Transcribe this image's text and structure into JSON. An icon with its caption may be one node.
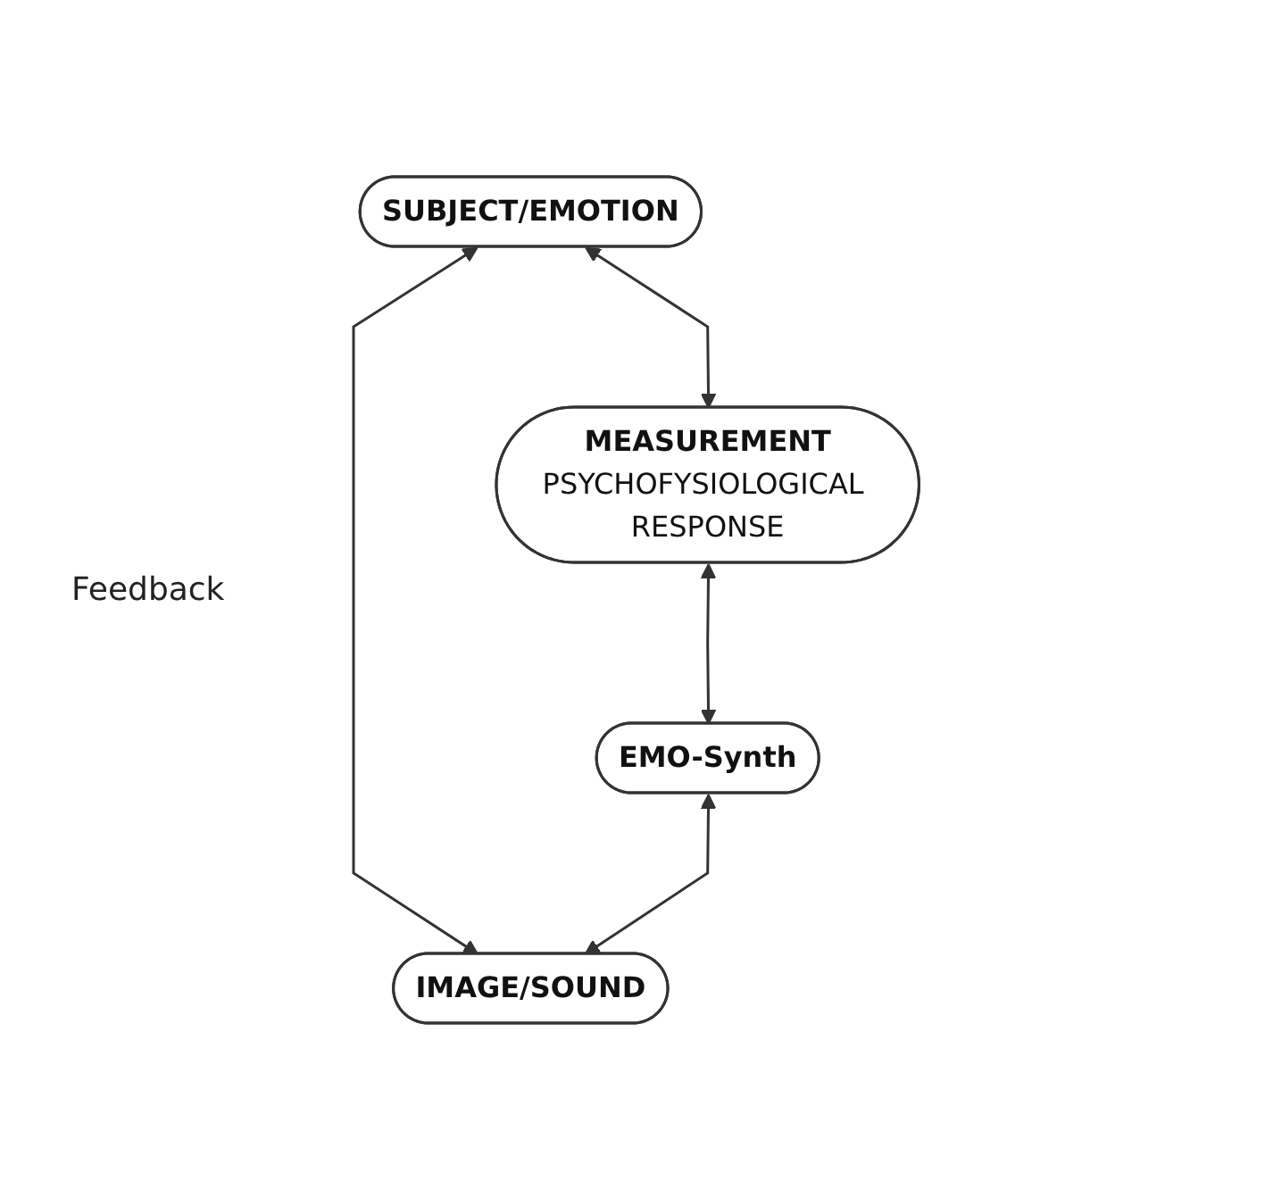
{
  "diagram": {
    "nodes": [
      {
        "text": [
          "SUBJECT/EMOTION"
        ]
      },
      {
        "text": [
          "IMAGE/SOUND"
        ]
      },
      {
        "text": [
          "MEASUREMENT",
          "PSYCHOFYSIOLOGICAL RESPONSE"
        ]
      },
      {
        "text": [
          "EMO-Synth"
        ]
      }
    ],
    "edges": [
      {
        "from": 0,
        "to": 1,
        "arrow": "both"
      },
      {
        "from": 0,
        "to": 2,
        "arrow": "both"
      },
      {
        "from": 2,
        "to": 3,
        "arrow": "both"
      },
      {
        "from": 3,
        "to": 1,
        "arrow": "both"
      }
    ],
    "labels": [
      "Feedback"
    ]
  }
}
